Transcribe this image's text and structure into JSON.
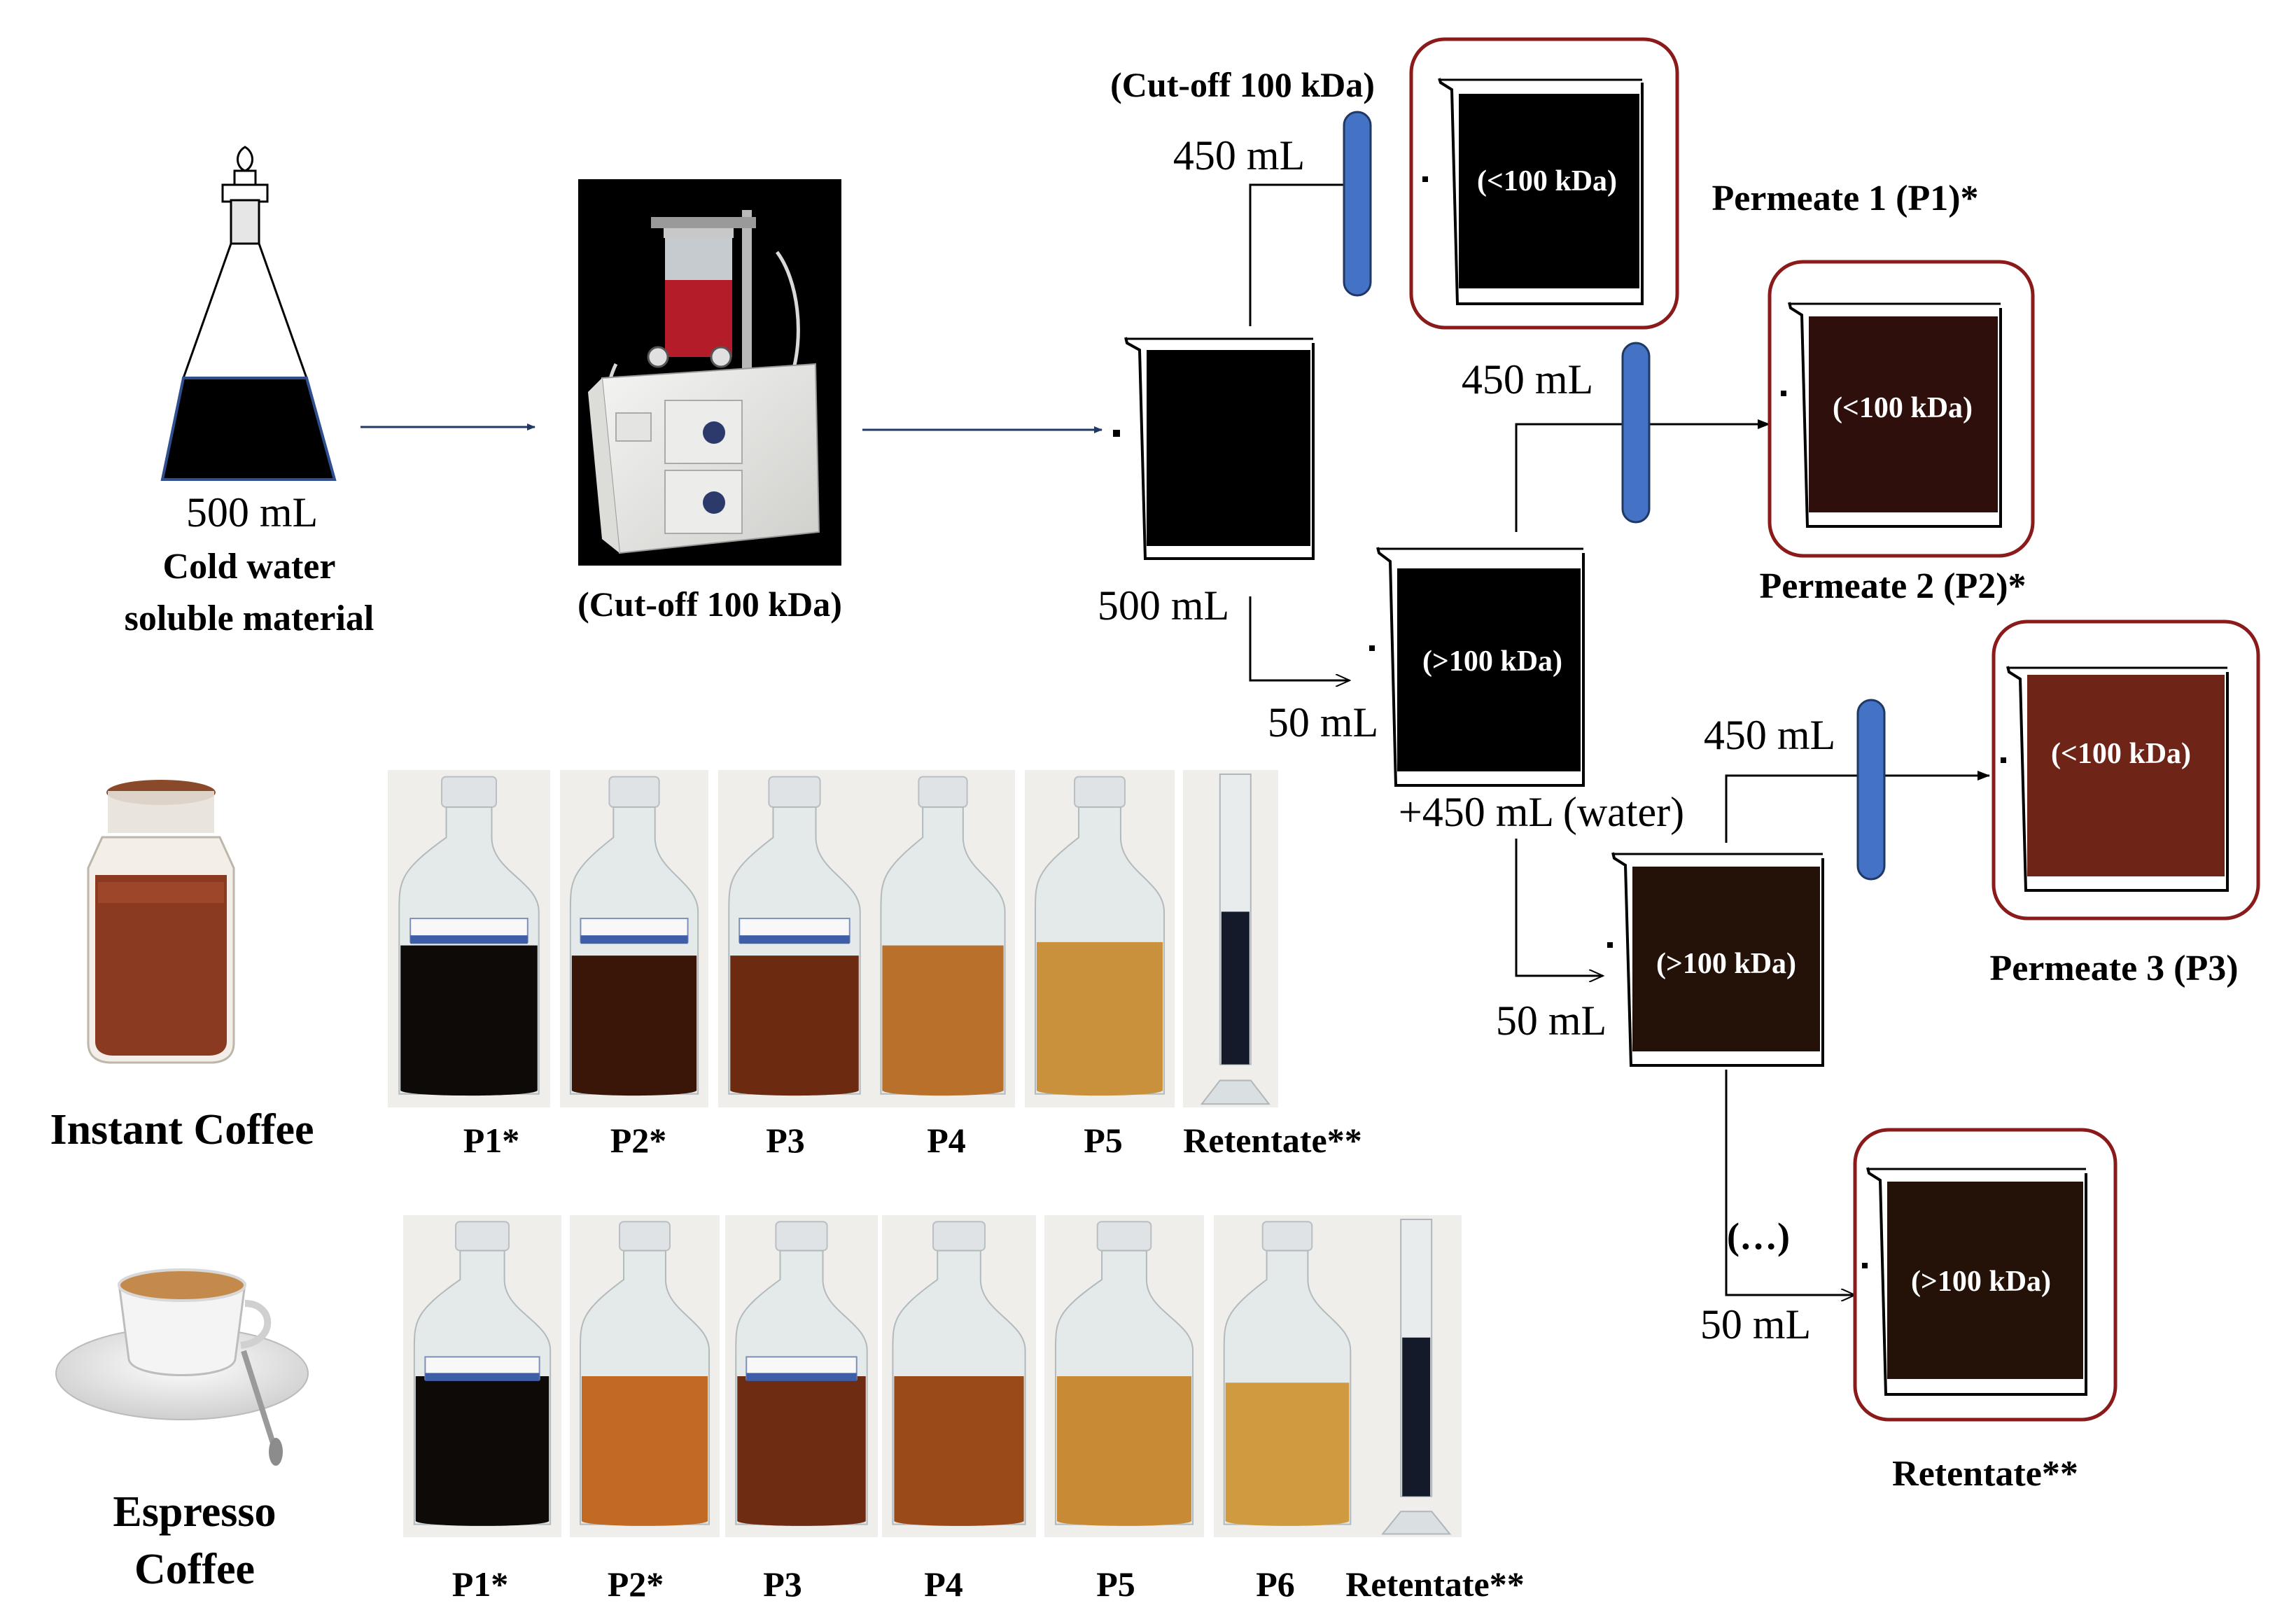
{
  "source": {
    "volume": "500 mL",
    "label_line1": "Cold water",
    "label_line2": "soluble material"
  },
  "device": {
    "label": "(Cut-off 100 kDa)"
  },
  "flow": {
    "start_volume": "500 mL",
    "filter_label": "(Cut-off 100 kDa)",
    "perm_volume": "450 mL",
    "ret_volume": "50 mL",
    "water_added": "+450 mL (water)",
    "ellipsis": "(…)"
  },
  "beakers": {
    "feed": "",
    "ret1": "(>100 kDa)",
    "ret2": "(>100 kDa)",
    "final": "(>100 kDa)",
    "p1": "(<100 kDa)",
    "p2": "(<100 kDa)",
    "p3": "(<100 kDa)"
  },
  "labels": {
    "p1": "Permeate 1 (P1)*",
    "p2": "Permeate  2 (P2)*",
    "p3": "Permeate 3 (P3)",
    "retentate": "Retentate**"
  },
  "instant": {
    "title": "Instant Coffee",
    "fractions": [
      "P1*",
      "P2*",
      "P3",
      "P4",
      "P5",
      "Retentate**"
    ]
  },
  "espresso": {
    "title_line1": "Espresso",
    "title_line2": "Coffee",
    "fractions": [
      "P1*",
      "P2*",
      "P3",
      "P4",
      "P5",
      "P6",
      "Retentate**"
    ]
  },
  "colors": {
    "accent_red": "#8b1a1a",
    "filter_blue": "#4472c4",
    "arrow_navy": "#1f3864",
    "beaker_black": "#000000",
    "p2_brown": "#2e0f0b",
    "p3_brown": "#6e2518",
    "final_brown": "#241208"
  }
}
